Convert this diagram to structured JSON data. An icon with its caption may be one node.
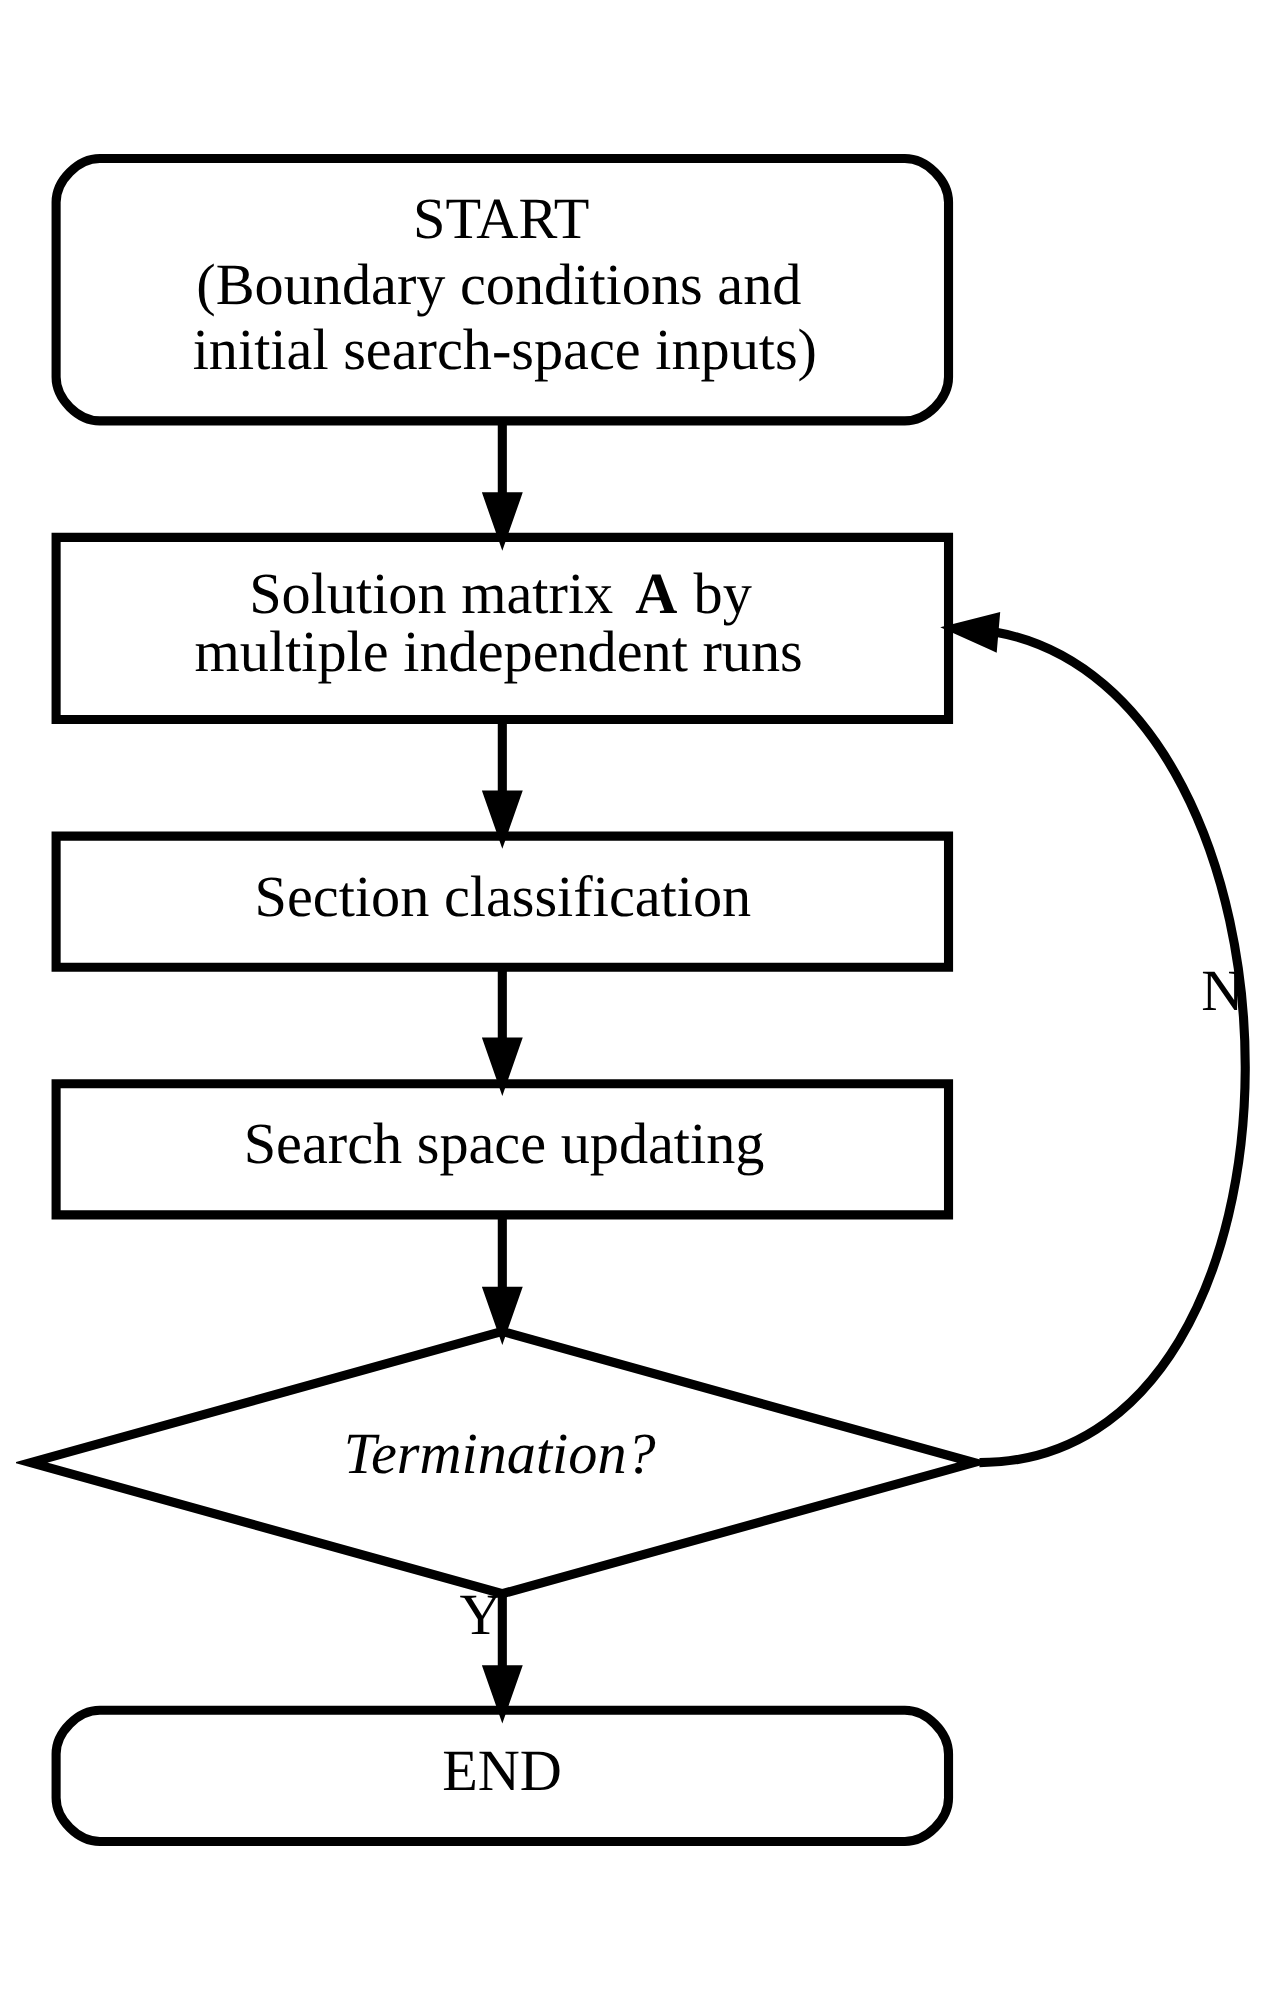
{
  "diagram": {
    "nodes": [
      {
        "text": [
          "START",
          "(Boundary conditions and initial search-space inputs)"
        ]
      },
      {
        "text": [
          "Solution matrix **A** by multiple independent runs"
        ]
      },
      {
        "text": [
          "Section classification"
        ]
      },
      {
        "text": [
          "Search space updating"
        ]
      },
      {
        "text": [
          "Termination?"
        ]
      },
      {
        "text": [
          "END"
        ]
      }
    ],
    "edges": [
      {
        "from": 0,
        "to": 1,
        "arrow": "to"
      },
      {
        "from": 1,
        "to": 2,
        "arrow": "to"
      },
      {
        "from": 2,
        "to": 3,
        "arrow": "to"
      },
      {
        "from": 3,
        "to": 4,
        "arrow": "to"
      },
      {
        "from": 4,
        "to": 5,
        "arrow": "to",
        "label": "Y"
      },
      {
        "from": 4,
        "to": 1,
        "arrow": "to",
        "label": "N"
      }
    ]
  }
}
